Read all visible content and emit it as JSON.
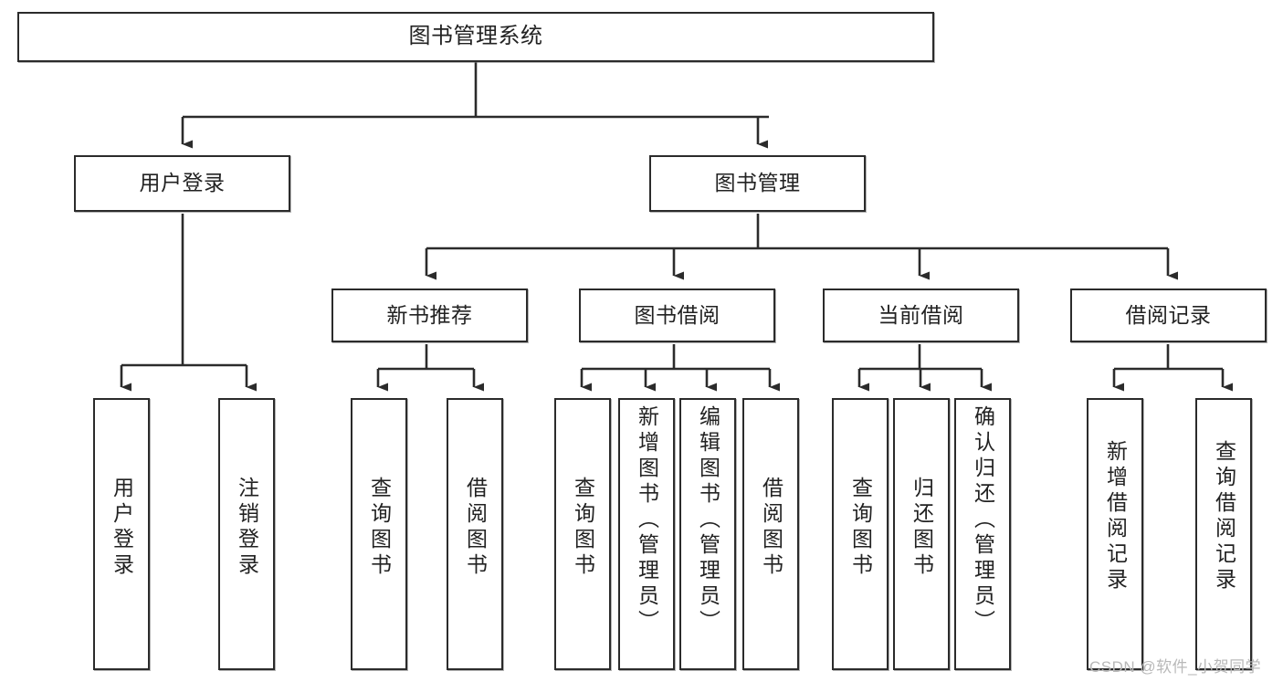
{
  "diagram": {
    "title": "图书管理系统",
    "type": "tree-hierarchy",
    "watermark": "CSDN @软件_小贺同学",
    "colors": {
      "background": "#ffffff",
      "node_border": "#2b2b2b",
      "node_fill": "#ffffff",
      "text": "#222222",
      "edge": "#2b2b2b",
      "watermark": "#b9b9b9"
    },
    "nodes": {
      "root": {
        "label": "图书管理系统"
      },
      "level1": [
        {
          "label": "用户登录"
        },
        {
          "label": "图书管理"
        }
      ],
      "level2": [
        {
          "label": "新书推荐"
        },
        {
          "label": "图书借阅"
        },
        {
          "label": "当前借阅"
        },
        {
          "label": "借阅记录"
        }
      ],
      "leaves": {
        "user_login": [
          {
            "label": "用户登录"
          },
          {
            "label": "注销登录"
          }
        ],
        "new_book": [
          {
            "label": "查询图书"
          },
          {
            "label": "借阅图书"
          }
        ],
        "book_borrow": [
          {
            "label": "查询图书"
          },
          {
            "label": "新增图书（管理员）"
          },
          {
            "label": "编辑图书（管理员）"
          },
          {
            "label": "借阅图书"
          }
        ],
        "current_borrow": [
          {
            "label": "查询图书"
          },
          {
            "label": "归还图书"
          },
          {
            "label": "确认归还（管理员）"
          }
        ],
        "borrow_record": [
          {
            "label": "新增借阅记录"
          },
          {
            "label": "查询借阅记录"
          }
        ]
      }
    }
  }
}
